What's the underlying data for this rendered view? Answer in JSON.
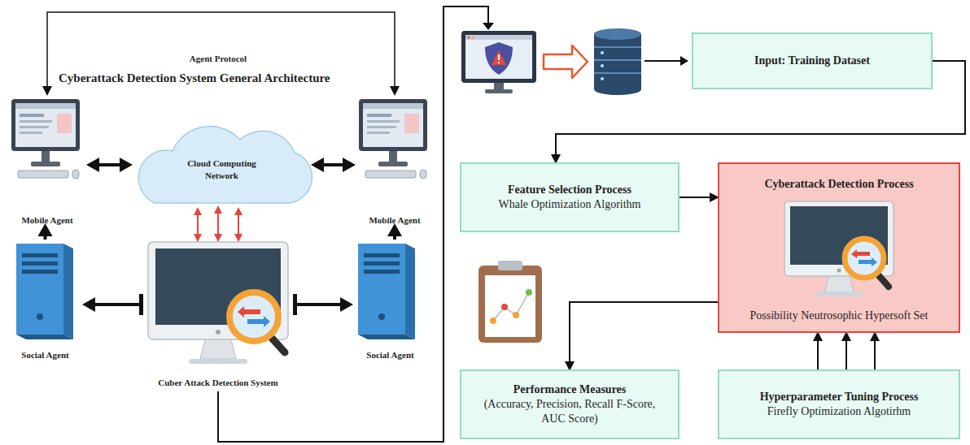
{
  "diagram": {
    "title": "Cyberattack Detection System General Architecture",
    "nodes": [
      {
        "text": [
          "Mobile Agent"
        ]
      },
      {
        "text": [
          "Cloud Computing Network"
        ]
      },
      {
        "text": [
          "Mobile Agent"
        ]
      },
      {
        "text": [
          "Social Agent"
        ]
      },
      {
        "text": [
          "Cuber Attack Detection System"
        ]
      },
      {
        "text": [
          "Social Agent"
        ]
      },
      {
        "text": [
          "Input: Training Dataset"
        ]
      },
      {
        "text": [
          "Feature Selection Process",
          "Whale Optimization Algorithm"
        ]
      },
      {
        "text": [
          "Cyberattack Detection Process",
          "Possibility Neutrosophic Hypersoft Set"
        ]
      },
      {
        "text": [
          "Performance Measures",
          "(Accuracy, Precision, Recall F-Score, AUC Score)"
        ]
      },
      {
        "text": [
          "Hyperparameter Tuning Process",
          "Firefly Optimization Algotirhm"
        ]
      }
    ],
    "edges": [
      {
        "from": 0,
        "to": 2,
        "label": "Agent Protocol",
        "arrow": "both"
      },
      {
        "from": 0,
        "to": 1,
        "arrow": "both"
      },
      {
        "from": 1,
        "to": 2,
        "arrow": "both"
      },
      {
        "from": 3,
        "to": 0,
        "arrow": "to"
      },
      {
        "from": 5,
        "to": 2,
        "arrow": "to"
      },
      {
        "from": 4,
        "to": 3,
        "arrow": "to"
      },
      {
        "from": 4,
        "to": 5,
        "arrow": "to"
      },
      {
        "from": 4,
        "to": 1,
        "arrow": "both"
      },
      {
        "from": 4,
        "to": 1,
        "arrow": "both"
      },
      {
        "from": 4,
        "to": 1,
        "arrow": "both"
      },
      {
        "from": 6,
        "to": 7,
        "arrow": "to"
      },
      {
        "from": 7,
        "to": 8,
        "arrow": "to"
      },
      {
        "from": 8,
        "to": 9,
        "arrow": "to"
      },
      {
        "from": 10,
        "to": 8,
        "arrow": "to"
      },
      {
        "from": 10,
        "to": 8,
        "arrow": "to"
      },
      {
        "from": 10,
        "to": 8,
        "arrow": "to"
      }
    ]
  }
}
